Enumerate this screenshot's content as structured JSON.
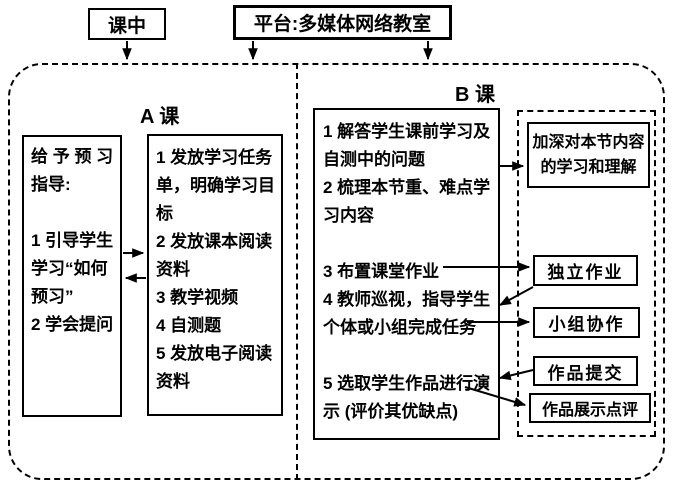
{
  "top": {
    "stage_label": "课中",
    "platform_label": "平台:多媒体网络教室"
  },
  "section_a": {
    "label": "A 课",
    "guidance_box": "给 予 预 习\n指导:\n\n1 引导学生\n学习“如何\n预习”\n2 学会提问",
    "tasks_box": "1 发放学习任务\n单，明确学习目\n标\n2 发放课本阅读\n资料\n3 教学视频\n4 自测题\n5 发放电子阅读\n资料"
  },
  "section_b": {
    "label": "B 课",
    "activities_box": "1 解答学生课前学习及\n自测中的问题\n2 梳理本节重、难点学\n习内容\n\n3 布置课堂作业\n4 教师巡视，指导学生\n个体或小组完成任务\n\n5 选取学生作品进行演\n示 (评价其优缺点)",
    "outcomes": {
      "deepen": "加深对本节内容\n的学习和理解",
      "independent": "独立作业",
      "group": "小组协作",
      "submit": "作品提交",
      "showcase": "作品展示点评"
    }
  },
  "colors": {
    "ink": "#000000",
    "background": "#ffffff"
  }
}
